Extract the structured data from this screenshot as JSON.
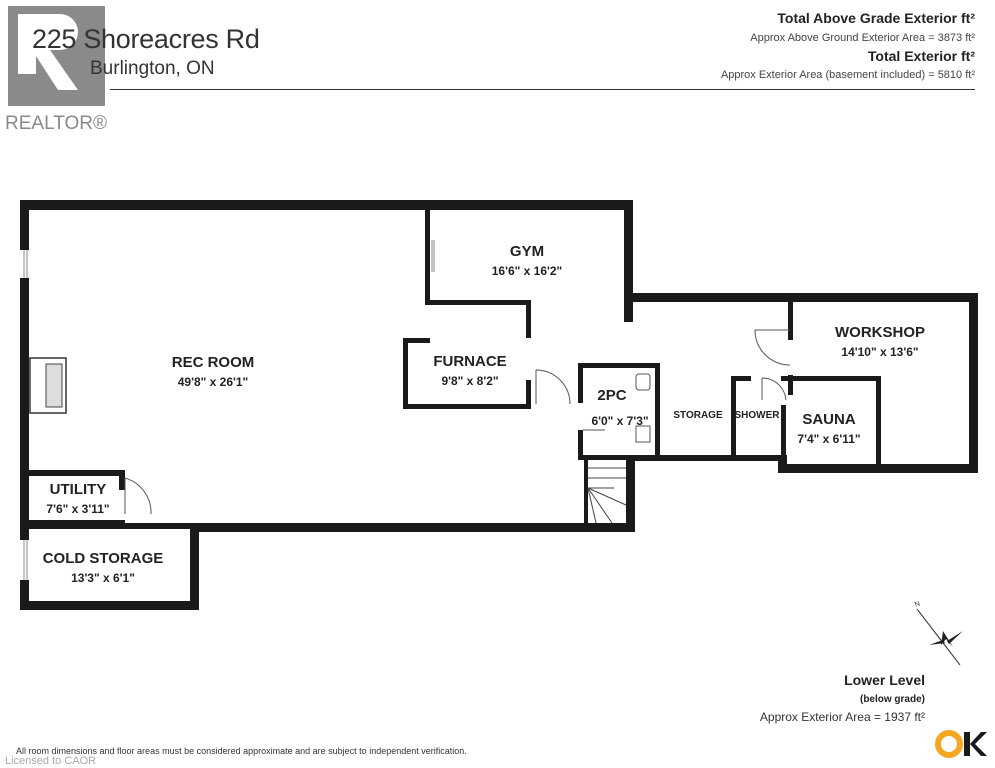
{
  "header": {
    "address": "225 Shoreacres Rd",
    "city": "Burlington, ON",
    "total_above_title": "Total Above Grade Exterior ft²",
    "above_area": "Approx Above Ground Exterior Area = 3873 ft²",
    "total_exterior_title": "Total Exterior ft²",
    "exterior_area": "Approx Exterior Area (basement included) = 5810 ft²"
  },
  "brand": {
    "realtor_text": "REALTOR®",
    "realtor_color": "#8a8a8a",
    "ok_logo_colors": [
      "#f5a623",
      "#1a1a1a"
    ]
  },
  "rooms": {
    "rec_room": {
      "name": "REC ROOM",
      "dims": "49'8\" x 26'1\""
    },
    "gym": {
      "name": "GYM",
      "dims": "16'6\" x 16'2\""
    },
    "furnace": {
      "name": "FURNACE",
      "dims": "9'8\" x 8'2\""
    },
    "two_pc": {
      "name": "2PC",
      "dims": "6'0\" x 7'3\""
    },
    "storage": {
      "name": "STORAGE"
    },
    "shower": {
      "name": "SHOWER"
    },
    "workshop": {
      "name": "WORKSHOP",
      "dims": "14'10\" x 13'6\""
    },
    "sauna": {
      "name": "SAUNA",
      "dims": "7'4\" x 6'11\""
    },
    "utility": {
      "name": "UTILITY",
      "dims": "7'6\" x 3'11\""
    },
    "cold_storage": {
      "name": "COLD STORAGE",
      "dims": "13'3\" x 6'1\""
    }
  },
  "level": {
    "name": "Lower Level",
    "sub": "(below grade)",
    "area": "Approx Exterior Area = 1937 ft²"
  },
  "compass_label": "N",
  "footer": {
    "disclaimer": "All room dimensions and floor areas must be considered approximate and are subject to independent verification.",
    "licensed": "Licensed to CAOR"
  }
}
